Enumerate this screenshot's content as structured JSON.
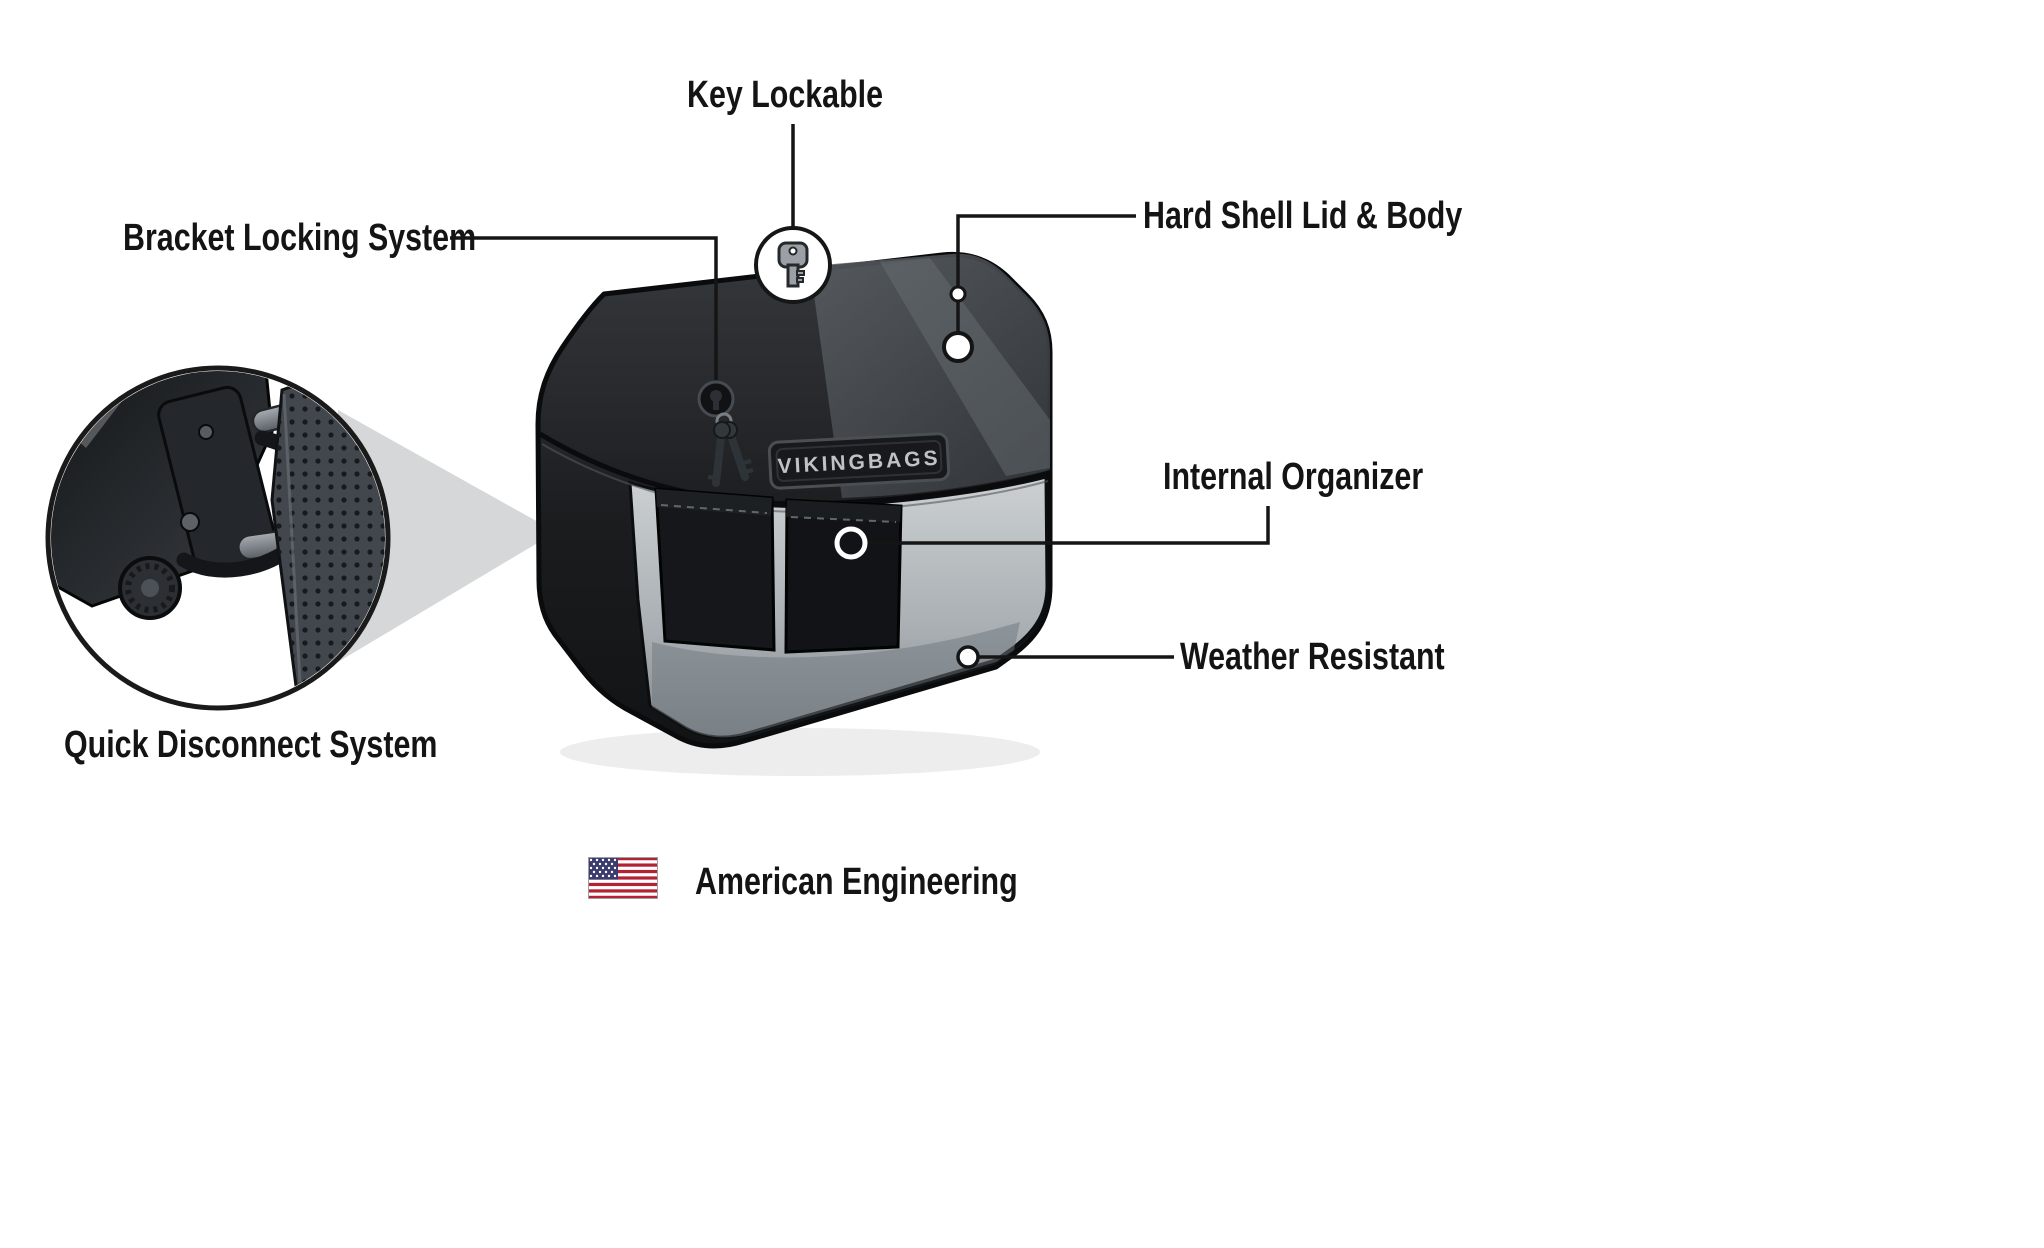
{
  "callouts": {
    "key_lockable": "Key Lockable",
    "bracket_locking_system": "Bracket Locking System",
    "hard_shell_lid_body": "Hard Shell Lid & Body",
    "internal_organizer": "Internal Organizer",
    "weather_resistant": "Weather Resistant",
    "quick_disconnect_system": "Quick Disconnect System"
  },
  "footer": {
    "tagline": "American Engineering"
  },
  "product": {
    "brand_badge": "VIKINGBAGS"
  },
  "icons": {
    "key": "key-icon",
    "us_flag": "us-flag-icon",
    "detail_circle": "quick-disconnect-detail"
  },
  "colors": {
    "text": "#141414",
    "callout_line": "#151515",
    "bag_shell_dark": "#1a1b1d",
    "bag_interior_gray": "#c7cbcd",
    "beam_gray": "#d6d7d8",
    "flag_red": "#b22234",
    "flag_blue": "#3c3b6e",
    "badge_text": "#bfc3c6"
  }
}
